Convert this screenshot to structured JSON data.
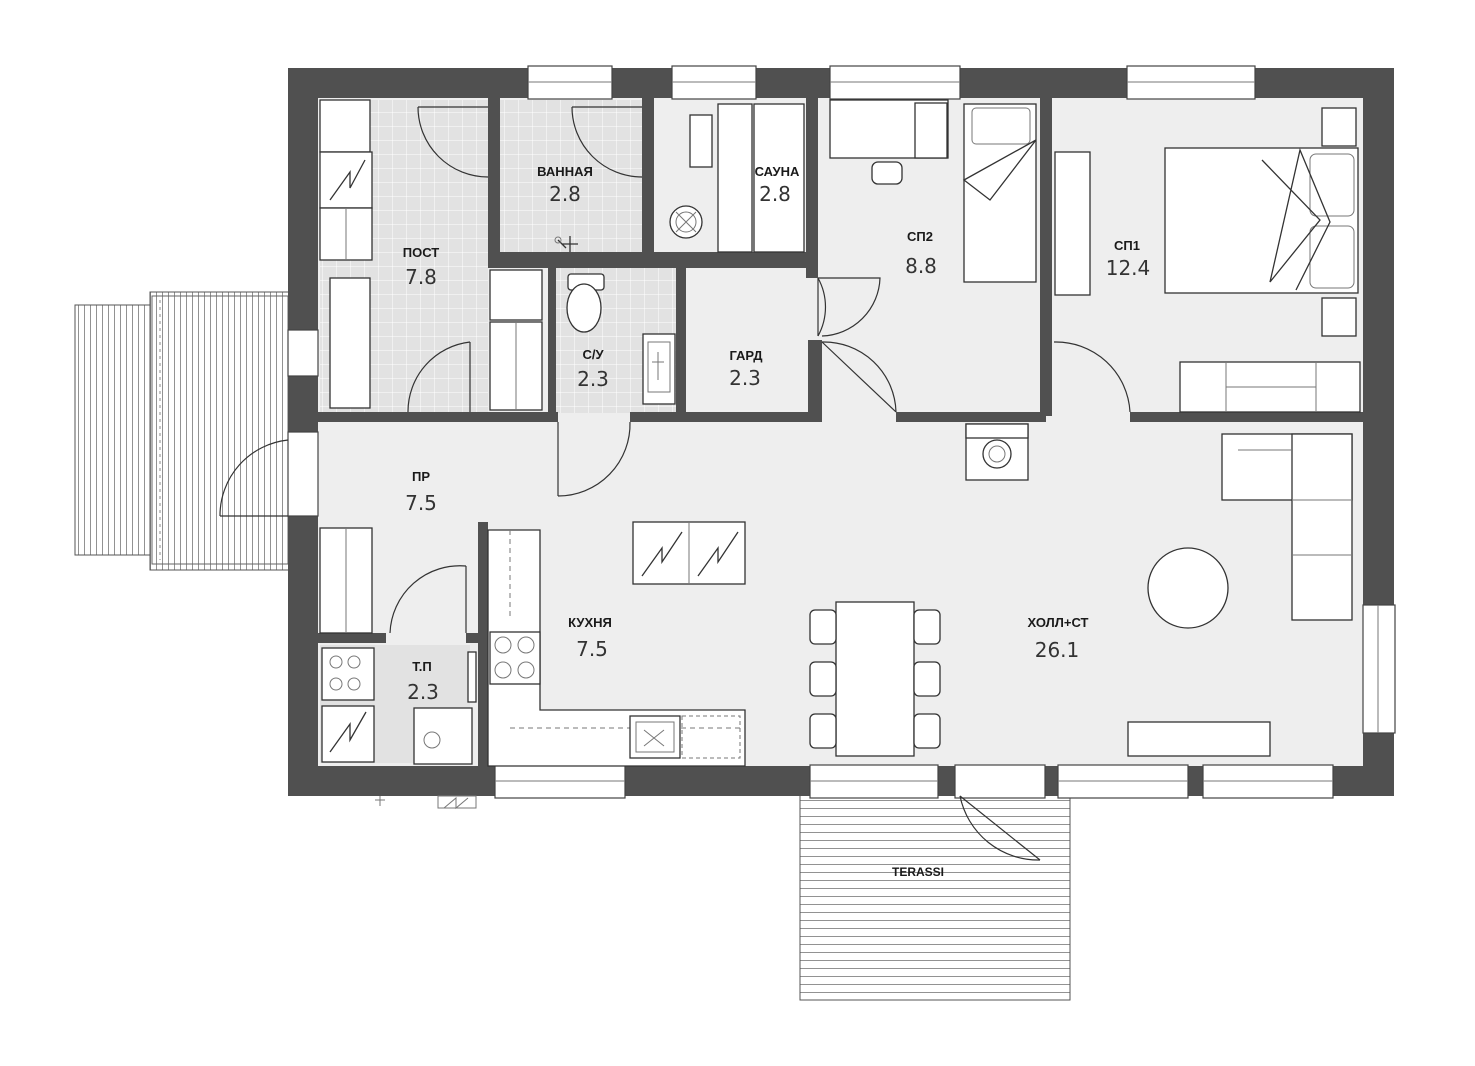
{
  "plan": {
    "colors": {
      "wall": "#505050",
      "floor": "#eeeeee",
      "tile": "#e2e2e2",
      "tile_grid": "#ffffff",
      "deck": "#ffffff",
      "line": "#333333"
    },
    "rooms": [
      {
        "id": "post",
        "name": "ПОСТ",
        "area": "7.8"
      },
      {
        "id": "bath",
        "name": "ВАННАЯ",
        "area": "2.8"
      },
      {
        "id": "sauna",
        "name": "САУНА",
        "area": "2.8"
      },
      {
        "id": "bed2",
        "name": "СП2",
        "area": "8.8"
      },
      {
        "id": "bed1",
        "name": "СП1",
        "area": "12.4"
      },
      {
        "id": "wc",
        "name": "С/У",
        "area": "2.3"
      },
      {
        "id": "closet",
        "name": "ГАРД",
        "area": "2.3"
      },
      {
        "id": "hall",
        "name": "ПР",
        "area": "7.5"
      },
      {
        "id": "kitchen",
        "name": "КУХНЯ",
        "area": "7.5"
      },
      {
        "id": "tech",
        "name": "Т.П",
        "area": "2.3"
      },
      {
        "id": "living",
        "name": "ХОЛЛ+СТ",
        "area": "26.1"
      }
    ],
    "terrace_label": "TERASSI"
  }
}
